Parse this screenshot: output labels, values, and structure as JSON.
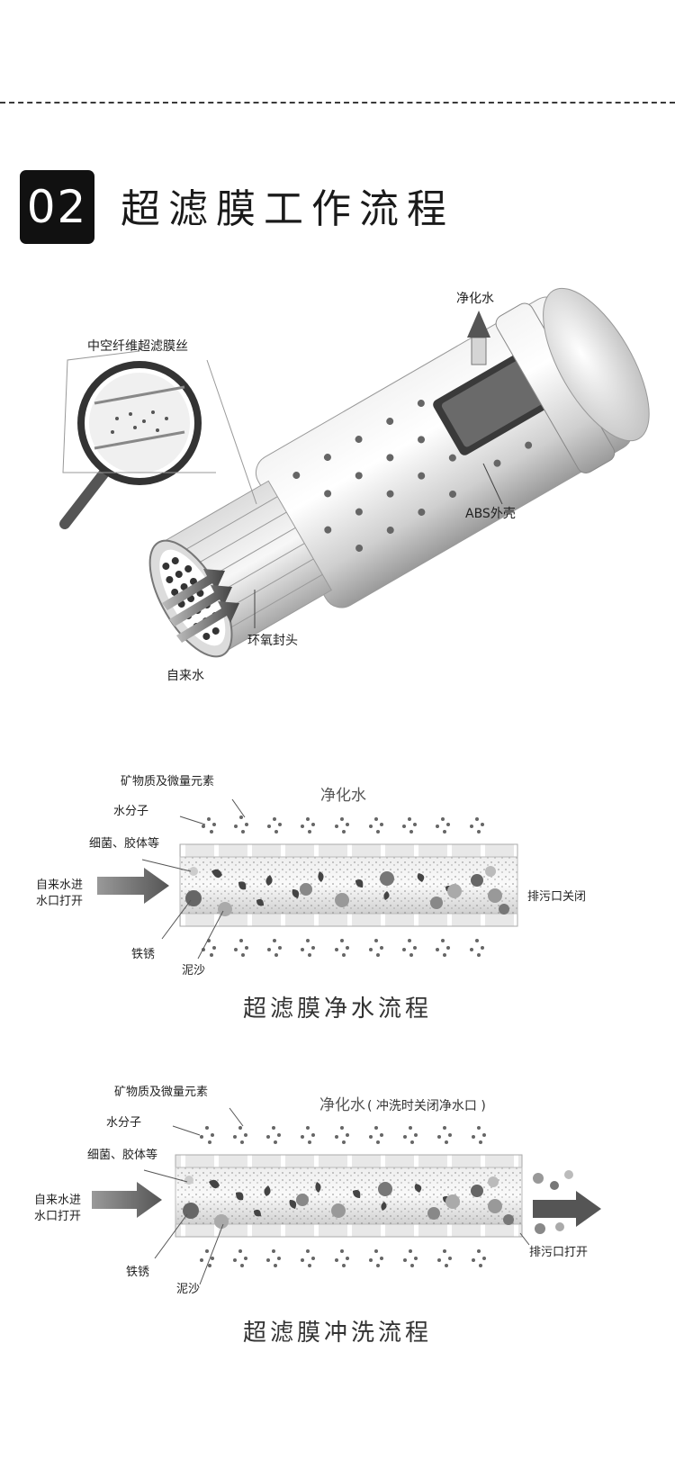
{
  "header": {
    "number": "02",
    "title": "超滤膜工作流程"
  },
  "module_diagram": {
    "labels": {
      "purified_water": "净化水",
      "hollow_fiber": "中空纤维超滤膜丝",
      "abs_shell": "ABS外壳",
      "epoxy_head": "环氧封头",
      "tap_water": "自来水"
    }
  },
  "purify_flow": {
    "labels": {
      "minerals": "矿物质及微量元素",
      "water_molecule": "水分子",
      "bacteria": "细菌、胶体等",
      "inlet_line1": "自来水进",
      "inlet_line2": "水口打开",
      "rust": "铁锈",
      "sand": "泥沙",
      "purified_water": "净化水",
      "drain": "排污口关闭"
    },
    "caption": "超滤膜净水流程"
  },
  "flush_flow": {
    "labels": {
      "minerals": "矿物质及微量元素",
      "water_molecule": "水分子",
      "bacteria": "细菌、胶体等",
      "inlet_line1": "自来水进",
      "inlet_line2": "水口打开",
      "rust": "铁锈",
      "sand": "泥沙",
      "purified_water": "净化水",
      "purified_note": "( 冲洗时关闭净水口 )",
      "drain": "排污口打开"
    },
    "caption": "超滤膜冲洗流程"
  }
}
